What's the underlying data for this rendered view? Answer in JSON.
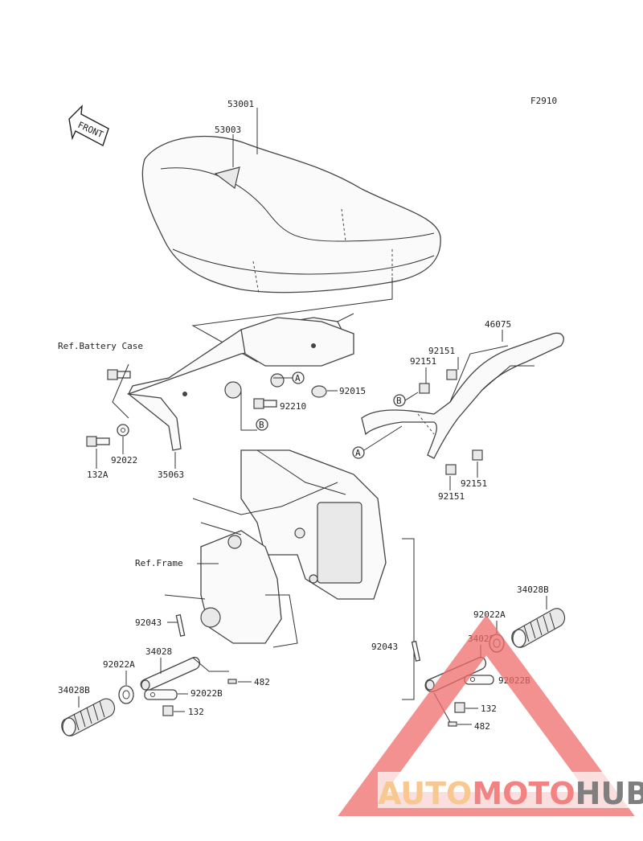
{
  "figure_code": "F2910",
  "front_label": "FRONT",
  "ref_labels": {
    "battery_case": "Ref.Battery Case",
    "frame": "Ref.Frame"
  },
  "part_numbers": {
    "seat": "53001",
    "seat_cover": "53003",
    "grab_rail": "46075",
    "bracket": "35063",
    "bolt_92015": "92015",
    "bolt_92210": "92210",
    "bolt_92151_1": "92151",
    "bolt_92151_2": "92151",
    "bolt_92151_3": "92151",
    "bolt_92151_4": "92151",
    "washer_92022": "92022",
    "bolt_132A": "132A",
    "pin_left": "92043",
    "pin_right": "92043",
    "footpeg_bracket_left": "34028",
    "footpeg_bracket_right": "34028A",
    "washer_left": "92022A",
    "washer_right": "92022A",
    "rubber_left": "34028B",
    "rubber_right": "34028B",
    "spring_left": "92022B",
    "spring_right": "92022B",
    "cotter_left": "482",
    "cotter_right": "482",
    "nut_left": "132",
    "nut_right": "132"
  },
  "markers": {
    "a_left": "A",
    "a_right": "A",
    "b_left": "B",
    "b_right": "B"
  },
  "watermark": {
    "text_a": "AUTO",
    "text_b": "MOTO",
    "text_c": "HUB",
    "color_a": "#f5b66a",
    "color_b": "#ef5a5a",
    "color_c": "#555555"
  }
}
